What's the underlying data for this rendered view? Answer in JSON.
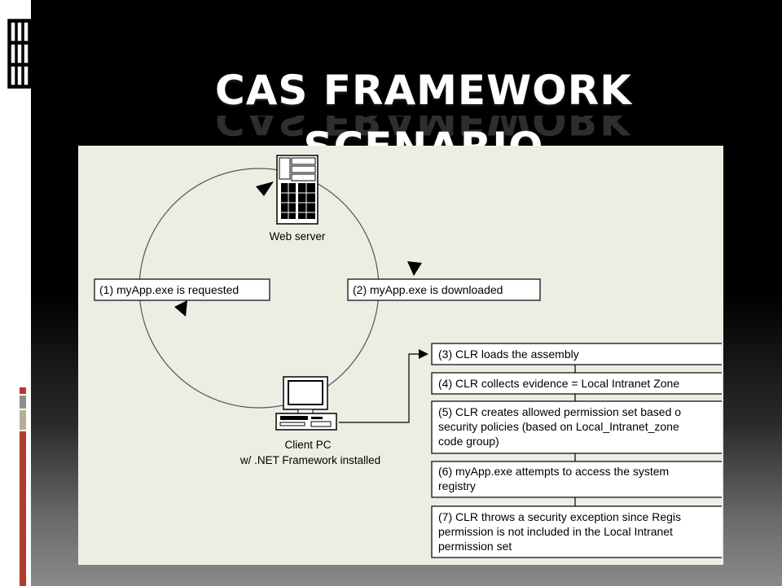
{
  "slide": {
    "title": "CAS FRAMEWORK SCENARIO"
  },
  "diagram": {
    "web_server_label": "Web server",
    "client_label_line1": "Client PC",
    "client_label_line2": "w/ .NET Framework installed",
    "step1": "(1) myApp.exe is requested",
    "step2": "(2) myApp.exe is downloaded",
    "step3": "(3) CLR loads the assembly",
    "step4": "(4) CLR collects evidence = Local Intranet Zone",
    "step5_line1": "(5) CLR creates allowed permission set based o",
    "step5_line2": "security policies (based on Local_Intranet_zone",
    "step5_line3": "code group)",
    "step6_line1": "(6) myApp.exe attempts to access the system",
    "step6_line2": "registry",
    "step7_line1": "(7) CLR throws a security exception since Regis",
    "step7_line2": "permission is not included in the Local Intranet",
    "step7_line3": "permission set"
  },
  "colors": {
    "figure_bg": "#eeede4",
    "accent_red": "#b03a2e"
  },
  "icons": [
    "grid-icon",
    "server-icon",
    "computer-icon"
  ]
}
